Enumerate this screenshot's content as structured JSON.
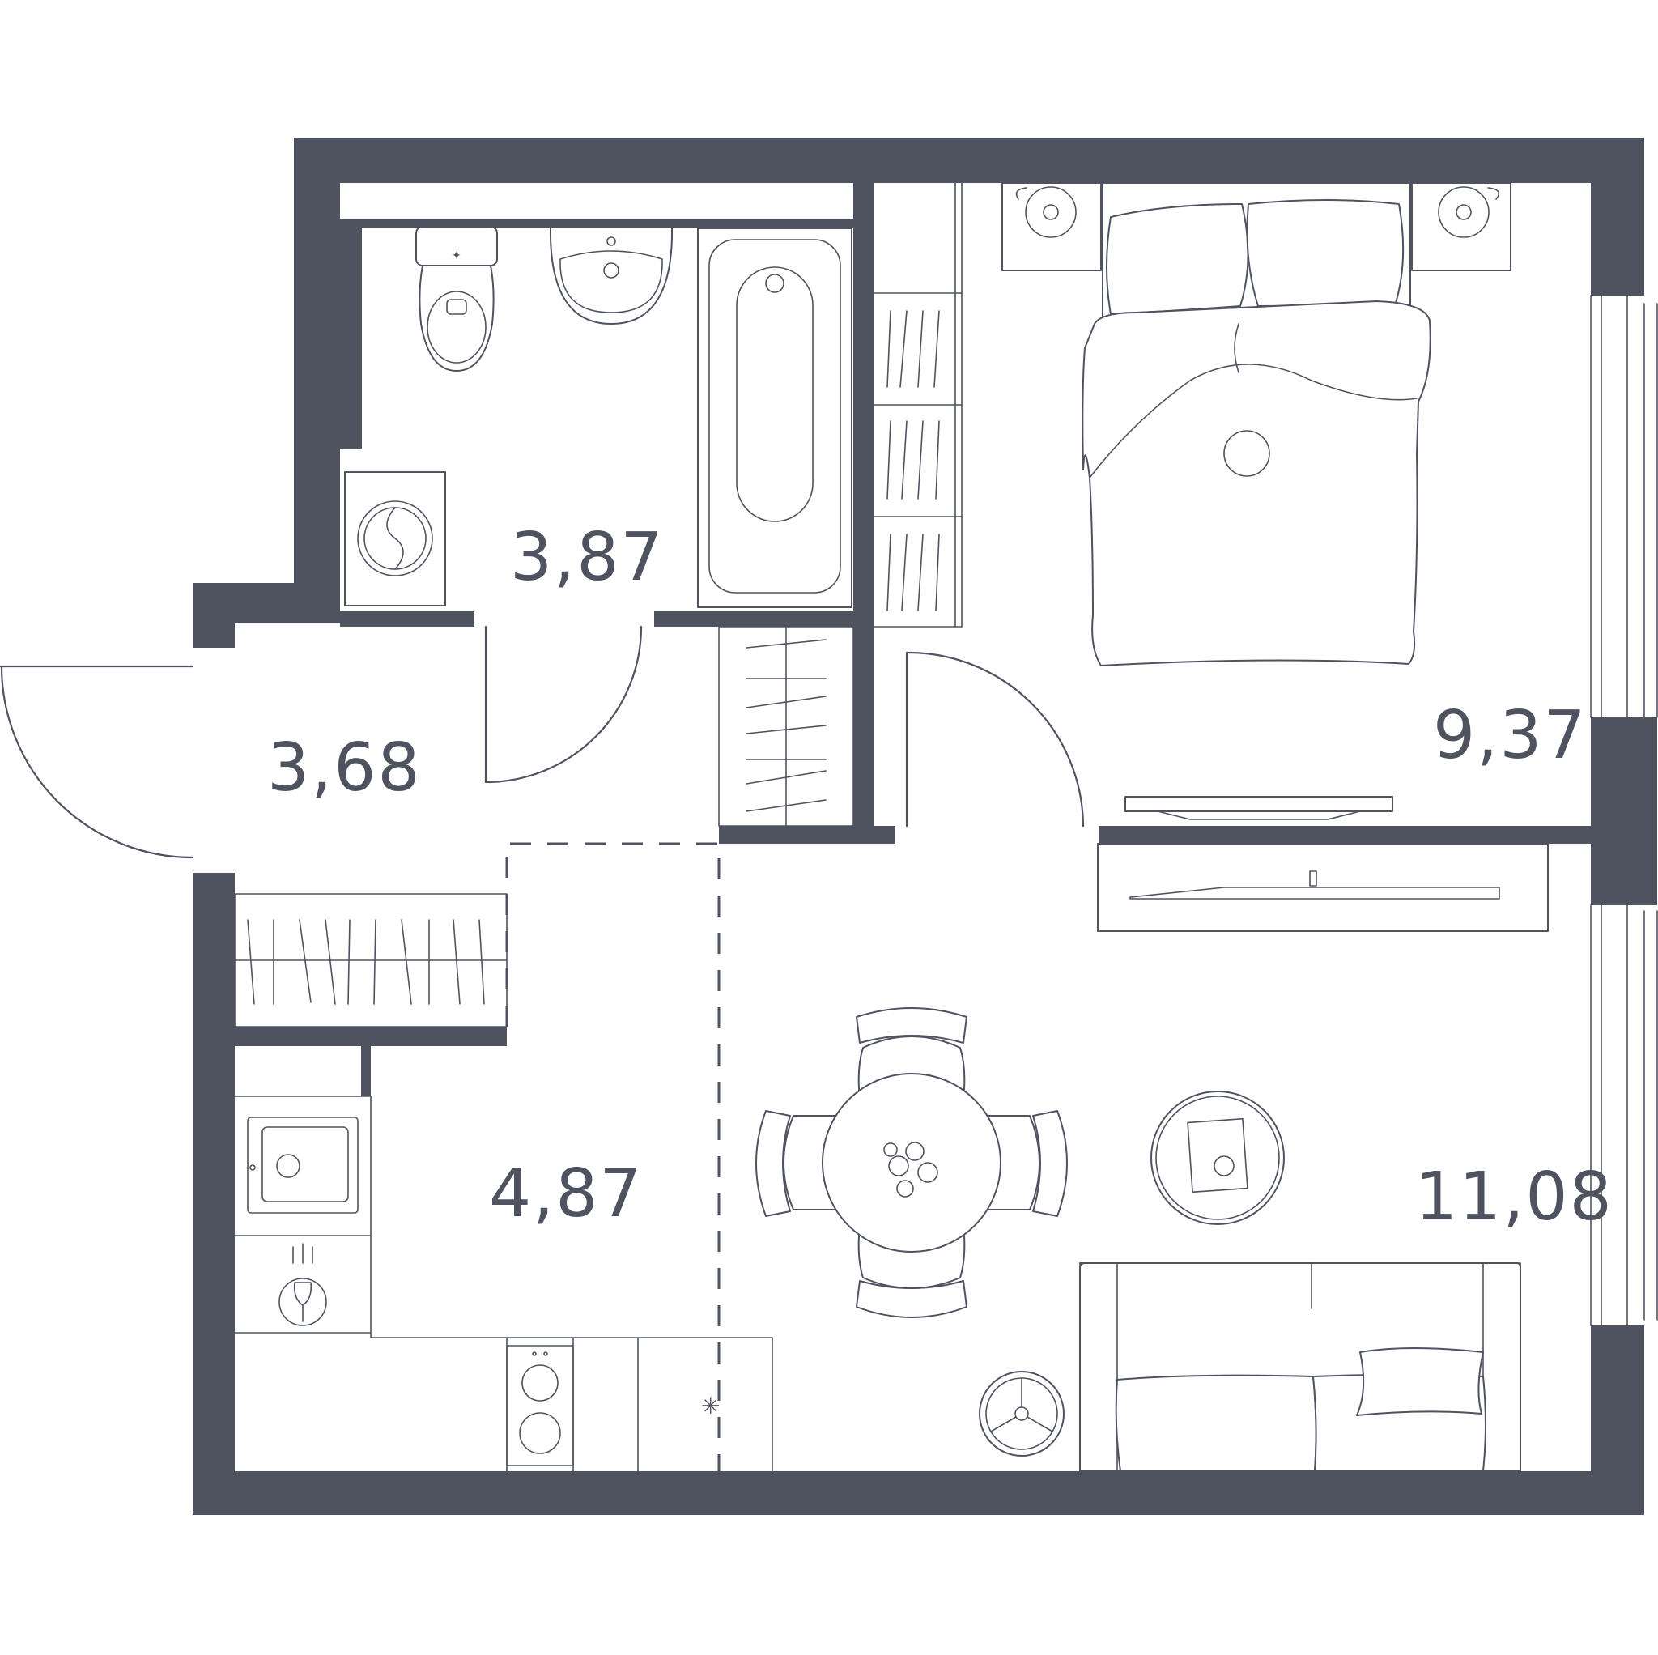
{
  "colors": {
    "wall": "#4f5360",
    "background": "#ffffff"
  },
  "rooms": [
    {
      "id": "bathroom",
      "area": "3,87"
    },
    {
      "id": "hallway",
      "area": "3,68"
    },
    {
      "id": "bedroom",
      "area": "9,37"
    },
    {
      "id": "kitchen",
      "area": "4,87"
    },
    {
      "id": "living-room",
      "area": "11,08"
    }
  ],
  "icons": [
    "toilet-icon",
    "sink-icon",
    "bathtub-icon",
    "washing-machine-icon",
    "wardrobe-icon",
    "bed-icon",
    "nightstand-lamp-icon",
    "tv-icon",
    "dining-table-icon",
    "chair-icon",
    "coffee-table-icon",
    "sofa-icon",
    "kitchen-sink-icon",
    "dishwasher-icon",
    "cooktop-icon",
    "plant-icon"
  ]
}
